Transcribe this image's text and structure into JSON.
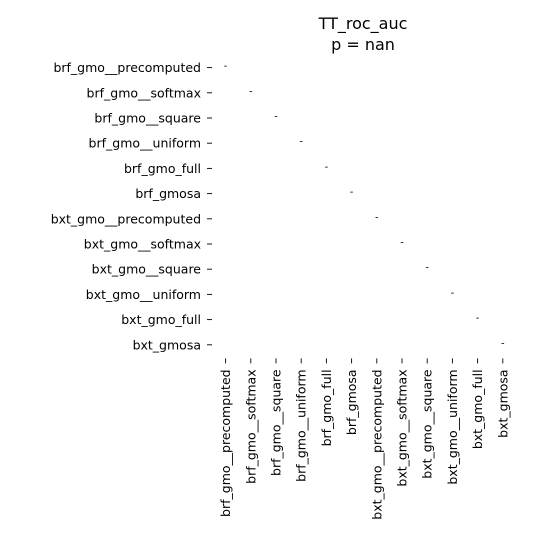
{
  "chart_data": {
    "type": "heatmap",
    "title": "TT_roc_auc",
    "subtitle": "p = nan",
    "xlabel": "",
    "ylabel": "",
    "grid": false,
    "legend": "none",
    "rows": [
      "brf_gmo__precomputed",
      "brf_gmo__softmax",
      "brf_gmo__square",
      "brf_gmo__uniform",
      "brf_gmo_full",
      "brf_gmosa",
      "bxt_gmo__precomputed",
      "bxt_gmo__softmax",
      "bxt_gmo__square",
      "bxt_gmo__uniform",
      "bxt_gmo_full",
      "bxt_gmosa"
    ],
    "columns": [
      "brf_gmo__precomputed",
      "brf_gmo__softmax",
      "brf_gmo__square",
      "brf_gmo__uniform",
      "brf_gmo_full",
      "brf_gmosa",
      "bxt_gmo__precomputed",
      "bxt_gmo__softmax",
      "bxt_gmo__square",
      "bxt_gmo__uniform",
      "bxt_gmo_full",
      "bxt_gmosa"
    ],
    "cells": [
      {
        "row": 0,
        "col": 0,
        "label": "-"
      },
      {
        "row": 1,
        "col": 1,
        "label": "-"
      },
      {
        "row": 2,
        "col": 2,
        "label": "-"
      },
      {
        "row": 3,
        "col": 3,
        "label": "-"
      },
      {
        "row": 4,
        "col": 4,
        "label": "-"
      },
      {
        "row": 5,
        "col": 5,
        "label": "-"
      },
      {
        "row": 6,
        "col": 6,
        "label": "-"
      },
      {
        "row": 7,
        "col": 7,
        "label": "-"
      },
      {
        "row": 8,
        "col": 8,
        "label": "-"
      },
      {
        "row": 9,
        "col": 9,
        "label": "-"
      },
      {
        "row": 10,
        "col": 10,
        "label": "-"
      },
      {
        "row": 11,
        "col": 11,
        "label": "-"
      }
    ],
    "background_color": "#ffffff",
    "text_color": "#000000"
  }
}
